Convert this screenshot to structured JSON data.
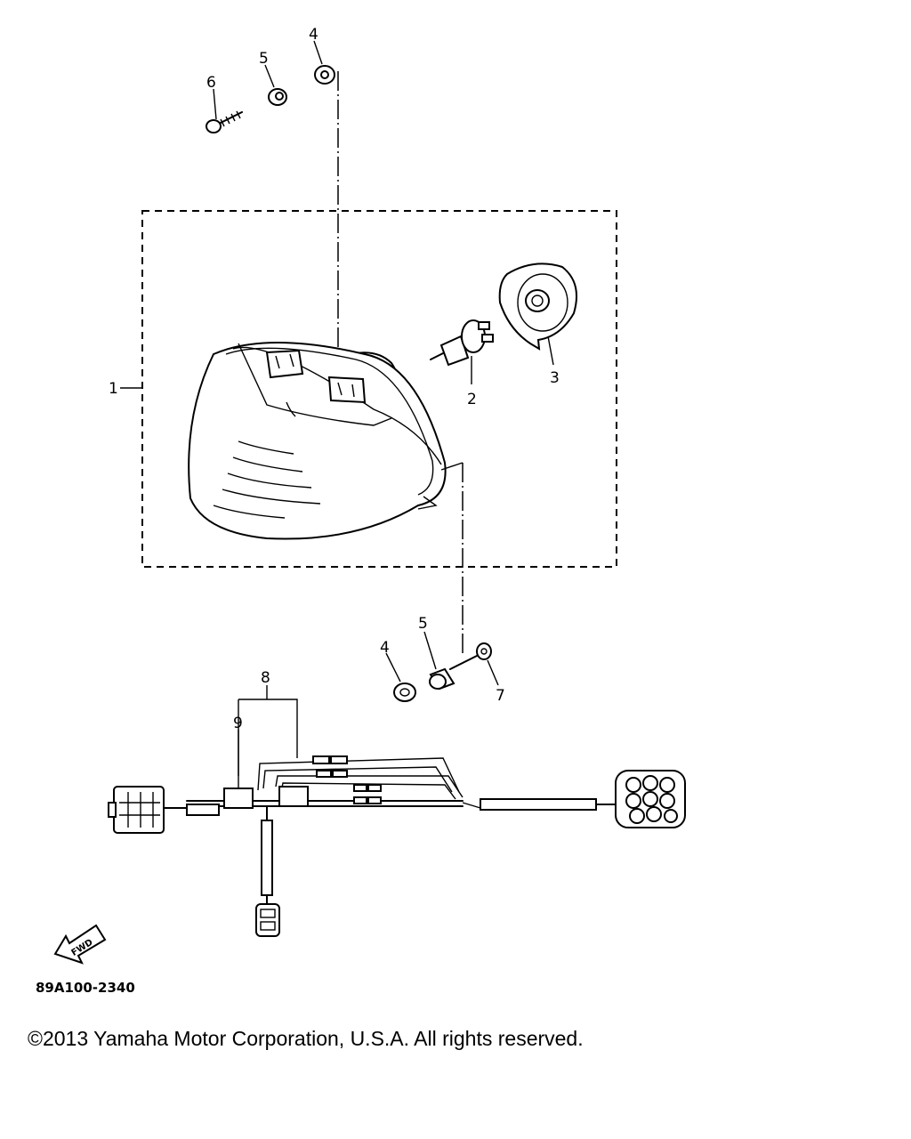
{
  "callouts": {
    "c1": "1",
    "c2": "2",
    "c3": "3",
    "c4_top": "4",
    "c5_top": "5",
    "c6": "6",
    "c4_bottom": "4",
    "c5_bottom": "5",
    "c7": "7",
    "c8": "8",
    "c9": "9"
  },
  "fwd_label": "FWD",
  "diagram_code": "89A100-2340",
  "copyright": "©2013 Yamaha Motor Corporation, U.S.A. All rights reserved.",
  "colors": {
    "ink": "#000000",
    "paper": "#ffffff"
  },
  "icons": [
    "fwd-arrow-icon"
  ]
}
